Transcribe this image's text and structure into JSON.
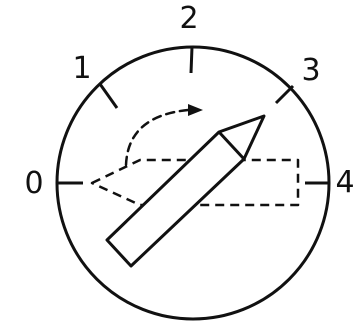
{
  "dial": {
    "labels": {
      "mark_0": "0",
      "mark_1": "1",
      "mark_2": "2",
      "mark_3": "3",
      "mark_4": "4"
    },
    "pointer_position": "3",
    "previous_position": "0",
    "line_color": "#111111",
    "background_color": "#ffffff"
  }
}
